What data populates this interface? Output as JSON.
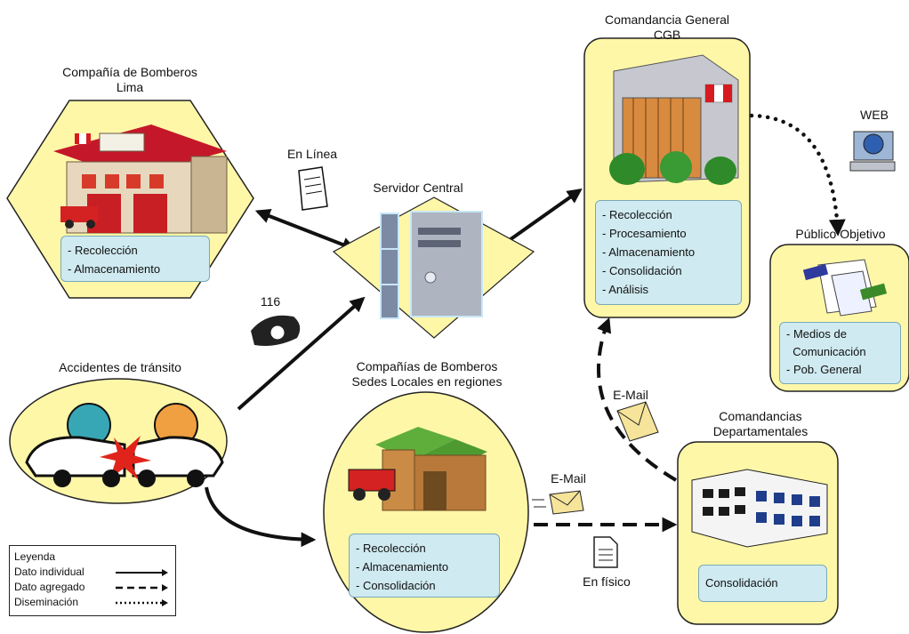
{
  "nodes": {
    "lima": {
      "title": "Compañía de Bomberos",
      "subtitle": "Lima",
      "items": [
        "- Recolección",
        "- Almacenamiento"
      ]
    },
    "server": {
      "title": "Servidor Central"
    },
    "cgb": {
      "title": "Comandancia General",
      "subtitle": "CGB",
      "items": [
        "- Recolección",
        "- Procesamiento",
        "- Almacenamiento",
        "- Consolidación",
        "- Análisis"
      ]
    },
    "web": {
      "title": "WEB"
    },
    "publico": {
      "title": "Público Objetivo",
      "items": [
        "- Medios de",
        "  Comunicación",
        "- Pob. General"
      ]
    },
    "accidentes": {
      "title": "Accidentes de tránsito"
    },
    "sedes": {
      "title": "Compañías de Bomberos",
      "subtitle": "Sedes Locales en regiones",
      "items": [
        "- Recolección",
        "- Almacenamiento",
        "- Consolidación"
      ]
    },
    "departamentales": {
      "title": "Comandancias",
      "subtitle": "Departamentales",
      "items": [
        "Consolidación"
      ]
    }
  },
  "edge_labels": {
    "en_linea": "En Línea",
    "phone": "116",
    "email_1": "E-Mail",
    "email_2": "E-Mail",
    "en_fisico": "En físico"
  },
  "icons": {
    "binary_doc": "binary-document-icon",
    "phone": "telephone-icon",
    "envelope": "envelope-icon",
    "paper": "paper-document-icon",
    "web": "web-computer-icon"
  },
  "colors": {
    "node_fill": "#fff7a8",
    "node_stroke": "#222222",
    "box_fill": "#cfeaf0",
    "arrow": "#111111"
  },
  "legend": {
    "title": "Leyenda",
    "rows": [
      {
        "label": "Dato individual",
        "style": "solid"
      },
      {
        "label": "Dato agregado",
        "style": "dashed"
      },
      {
        "label": "Diseminación",
        "style": "dotted"
      }
    ]
  }
}
